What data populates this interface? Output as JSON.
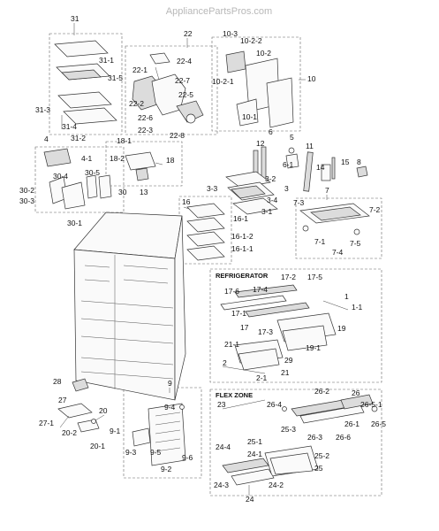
{
  "watermark": "AppliancePartsPros.com",
  "sections": {
    "refrigerator": "REFRIGERATOR",
    "flex_zone": "FLEX ZONE"
  },
  "labels": {
    "l31": "31",
    "l31_1": "31-1",
    "l31_5": "31-5",
    "l31_3": "31-3",
    "l31_4": "31-4",
    "l31_2": "31-2",
    "l22": "22",
    "l22_4": "22-4",
    "l22_1": "22-1",
    "l22_7": "22-7",
    "l22_2": "22-2",
    "l22_5": "22-5",
    "l22_6": "22-6",
    "l22_3": "22-3",
    "l22_8": "22-8",
    "l10_3": "10-3",
    "l10_2_2": "10-2-2",
    "l10_2": "10-2",
    "l10_2_1": "10-2-1",
    "l10": "10",
    "l10_1": "10-1",
    "l4": "4",
    "l4_1": "4-1",
    "l18_1": "18-1",
    "l18_2": "18-2",
    "l18": "18",
    "l13": "13",
    "l30_4": "30-4",
    "l30_5": "30-5",
    "l30_2": "30-2",
    "l30_3": "30-3",
    "l30": "30",
    "l30_1": "30-1",
    "l6": "6",
    "l12": "12",
    "l5": "5",
    "l6_1": "6-1",
    "l11": "11",
    "l14": "14",
    "l15": "15",
    "l8": "8",
    "l3_2": "3-2",
    "l3_3": "3-3",
    "l3": "3",
    "l3_4": "3-4",
    "l3_1": "3-1",
    "l16": "16",
    "l16_1": "16-1",
    "l16_1_2": "16-1-2",
    "l16_1_1": "16-1-1",
    "l7": "7",
    "l7_3": "7-3",
    "l7_2": "7-2",
    "l7_1": "7-1",
    "l7_5": "7-5",
    "l7_4": "7-4",
    "l17_2": "17-2",
    "l17_5": "17-5",
    "l17_6": "17-6",
    "l17_4": "17-4",
    "l1": "1",
    "l1_1": "1-1",
    "l17_1": "17-1",
    "l17": "17",
    "l17_3": "17-3",
    "l19": "19",
    "l21_1": "21-1",
    "l19_1": "19-1",
    "l29": "29",
    "l2": "2",
    "l21": "21",
    "l2_1": "2-1",
    "l28": "28",
    "l27": "27",
    "l27_1": "27-1",
    "l20": "20",
    "l20_2": "20-2",
    "l20_1": "20-1",
    "l9": "9",
    "l9_4": "9-4",
    "l9_1": "9-1",
    "l9_3": "9-3",
    "l9_5": "9-5",
    "l9_6": "9-6",
    "l9_2": "9-2",
    "l23": "23",
    "l26_2": "26-2",
    "l26": "26",
    "l26_4": "26-4",
    "l26_5_1": "26-5-1",
    "l26_5": "26-5",
    "l26_3": "26-3",
    "l26_6": "26-6",
    "l26_1": "26-1",
    "l25_3": "25-3",
    "l25_1": "25-1",
    "l24_4": "24-4",
    "l24_1": "24-1",
    "l25_2": "25-2",
    "l25": "25",
    "l24_3": "24-3",
    "l24_2": "24-2",
    "l24": "24"
  }
}
